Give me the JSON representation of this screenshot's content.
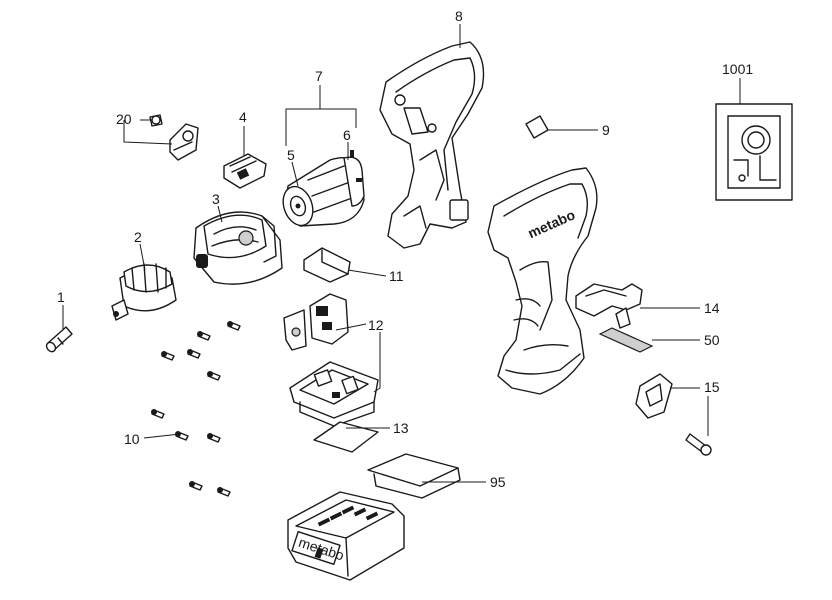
{
  "diagram": {
    "labels": {
      "p1": "1",
      "p2": "2",
      "p3": "3",
      "p4": "4",
      "p5": "5",
      "p6": "6",
      "p7": "7",
      "p8": "8",
      "p9": "9",
      "p10": "10",
      "p11": "11",
      "p12": "12",
      "p13": "13",
      "p14": "14",
      "p15": "15",
      "p20": "20",
      "p50": "50",
      "p95": "95",
      "p1001": "1001"
    },
    "housing_brand": "metabo",
    "battery_brand": "metabo"
  }
}
